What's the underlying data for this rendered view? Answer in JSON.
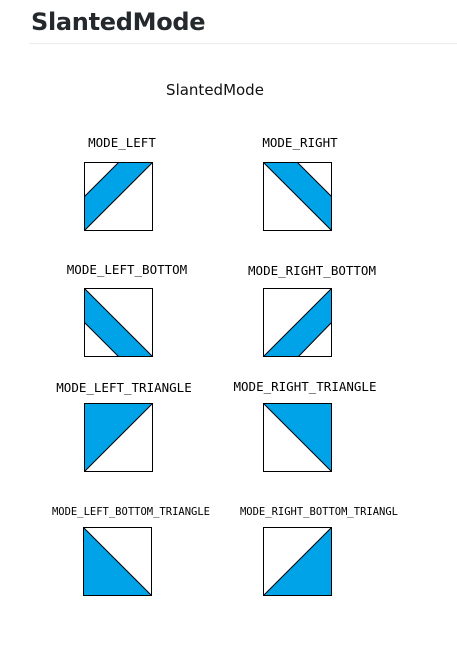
{
  "page": {
    "title": "SlantedMode",
    "caption": "SlantedMode"
  },
  "colors": {
    "fill": "#00a2e8",
    "border": "#000000",
    "background": "#ffffff"
  },
  "modes": {
    "left": "MODE_LEFT",
    "right": "MODE_RIGHT",
    "left_bottom": "MODE_LEFT_BOTTOM",
    "right_bottom": "MODE_RIGHT_BOTTOM",
    "left_triangle": "MODE_LEFT_TRIANGLE",
    "right_triangle": "MODE_RIGHT_TRIANGLE",
    "left_bottom_triangle": "MODE_LEFT_BOTTOM_TRIANGLE",
    "right_bottom_triangle": "MODE_RIGHT_BOTTOM_TRIANGL"
  }
}
